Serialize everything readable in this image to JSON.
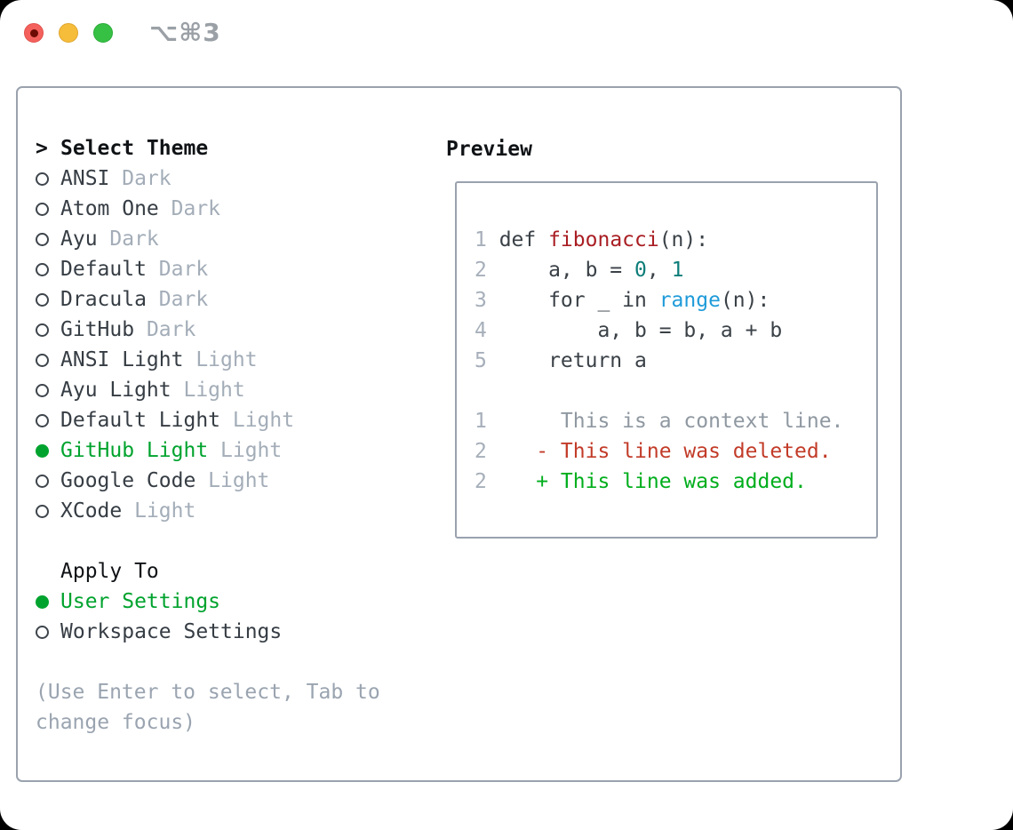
{
  "window": {
    "title": "⌥⌘3",
    "traffic_lights": [
      "close",
      "minimize",
      "zoom"
    ]
  },
  "colors": {
    "ui_green": "#00a32e",
    "dark_text": "#101316",
    "name_text": "#363d44",
    "tag_gray": "#a3adb8",
    "hint_gray": "#9aa4b0",
    "border_gray": "#9aa2ae",
    "code_text": "#3a4147",
    "fn_red": "#a91e23",
    "num_teal": "#0d7d78",
    "builtin_blue": "#1f9bd9",
    "line_no_gray": "#a6afba",
    "ctx_gray": "#8f98a1",
    "del_red": "#c23b28",
    "add_green": "#00ae1c",
    "tl_red": "#f4615c",
    "tl_yellow": "#f6bd3a",
    "tl_green": "#37c144",
    "title_gray": "#9aa0a6",
    "window_bg": "#ffffff"
  },
  "theme_picker": {
    "prompt": ">",
    "title": "Select Theme",
    "items": [
      {
        "label": "ANSI",
        "tag": "Dark",
        "selected": false
      },
      {
        "label": "Atom One",
        "tag": "Dark",
        "selected": false
      },
      {
        "label": "Ayu",
        "tag": "Dark",
        "selected": false
      },
      {
        "label": "Default",
        "tag": "Dark",
        "selected": false
      },
      {
        "label": "Dracula",
        "tag": "Dark",
        "selected": false
      },
      {
        "label": "GitHub",
        "tag": "Dark",
        "selected": false
      },
      {
        "label": "ANSI Light",
        "tag": "Light",
        "selected": false
      },
      {
        "label": "Ayu Light",
        "tag": "Light",
        "selected": false
      },
      {
        "label": "Default Light",
        "tag": "Light",
        "selected": false
      },
      {
        "label": "GitHub Light",
        "tag": "Light",
        "selected": true
      },
      {
        "label": "Google Code",
        "tag": "Light",
        "selected": false
      },
      {
        "label": "XCode",
        "tag": "Light",
        "selected": false
      }
    ],
    "apply_to": {
      "title": "Apply To",
      "options": [
        {
          "label": "User Settings",
          "selected": true
        },
        {
          "label": "Workspace Settings",
          "selected": false
        }
      ]
    },
    "hint": "(Use Enter to select, Tab to change focus)"
  },
  "preview": {
    "title": "Preview",
    "code": [
      {
        "num": "1",
        "segments": [
          {
            "t": "def "
          },
          {
            "t": "fibonacci"
          },
          {
            "t": "(n):"
          }
        ]
      },
      {
        "num": "2",
        "segments": [
          {
            "t": "    a, b = "
          },
          {
            "t": "0"
          },
          {
            "t": ", "
          },
          {
            "t": "1"
          }
        ]
      },
      {
        "num": "3",
        "segments": [
          {
            "t": "    for _ in "
          },
          {
            "t": "range"
          },
          {
            "t": "(n):"
          }
        ]
      },
      {
        "num": "4",
        "segments": [
          {
            "t": "        a, b = b, a + b"
          }
        ]
      },
      {
        "num": "5",
        "segments": [
          {
            "t": "    return a"
          }
        ]
      }
    ],
    "diff": [
      {
        "num": "1",
        "kind": "context",
        "text": "     This is a context line."
      },
      {
        "num": "2",
        "kind": "deleted",
        "text": "   - This line was deleted."
      },
      {
        "num": "2",
        "kind": "added",
        "text": "   + This line was added."
      }
    ]
  }
}
